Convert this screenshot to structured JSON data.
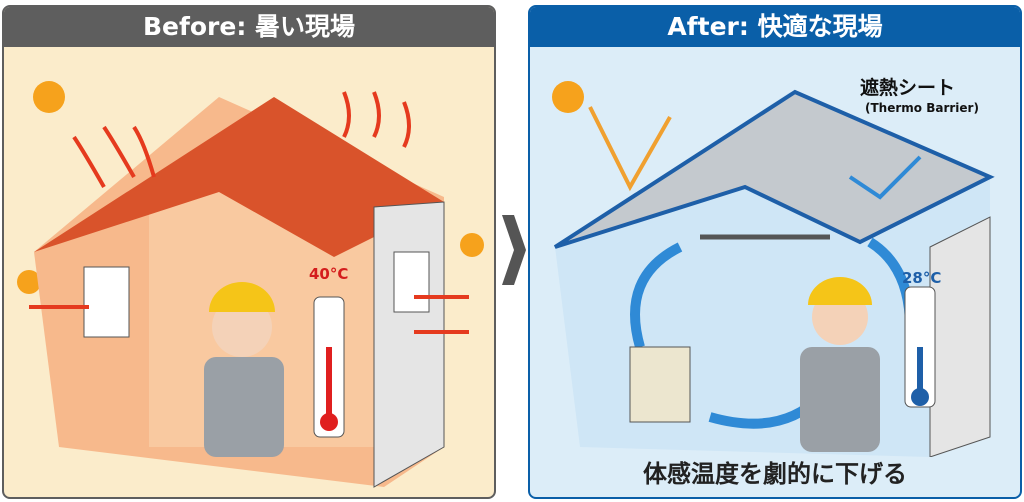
{
  "before": {
    "title": "Before: 暑い現場",
    "temperature": "40°C"
  },
  "after": {
    "title": "After: 快適な現場",
    "temperature": "28°C",
    "sheet_label": "遮熱シート",
    "sheet_sub": "(Thermo Barrier)",
    "caption": "体感温度を劇的に下げる"
  },
  "colors": {
    "before_header": "#5e5e5e",
    "after_header": "#0a5fa8",
    "heat": "#e53a1e",
    "cool": "#2f8ad6"
  }
}
